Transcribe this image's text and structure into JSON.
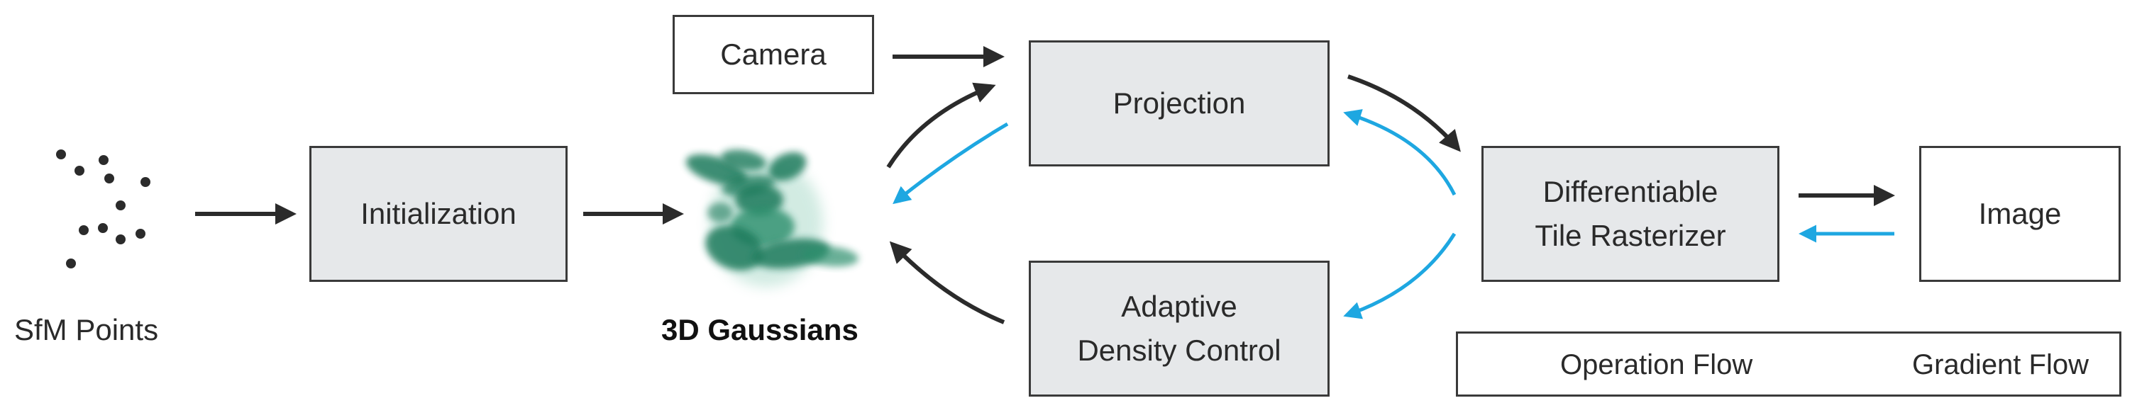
{
  "nodes": {
    "sfm_points": "SfM Points",
    "initialization": "Initialization",
    "gaussians": "3D Gaussians",
    "camera": "Camera",
    "projection": "Projection",
    "adaptive_line1": "Adaptive",
    "adaptive_line2": "Density Control",
    "rasterizer_line1": "Differentiable",
    "rasterizer_line2": "Tile Rasterizer",
    "image": "Image"
  },
  "legend": {
    "operation": "Operation Flow",
    "gradient": "Gradient Flow"
  },
  "colors": {
    "operation": "#2b2b2b",
    "gradient": "#1ea7e1",
    "box_fill": "#e6e8ea",
    "gaussian": "#1f7a5c"
  }
}
